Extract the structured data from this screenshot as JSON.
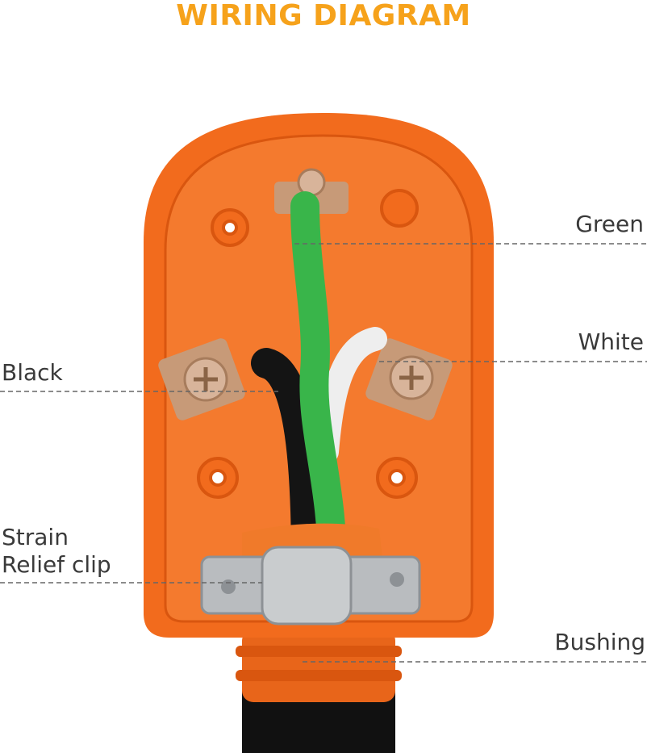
{
  "title": "WIRING DIAGRAM",
  "labels": {
    "green": "Green",
    "white": "White",
    "black": "Black",
    "strain_line1": "Strain",
    "strain_line2": "Relief clip",
    "bushing": "Bushing"
  },
  "colors": {
    "title": "#f6a21b",
    "plug_body": "#f26b1d",
    "plug_dark": "#d9560f",
    "green_wire": "#39b54a",
    "black_wire": "#141414",
    "white_wire": "#f2f2f2",
    "terminal": "#c79a78",
    "clip": "#b9bcbf",
    "leader_line": "#666666"
  }
}
